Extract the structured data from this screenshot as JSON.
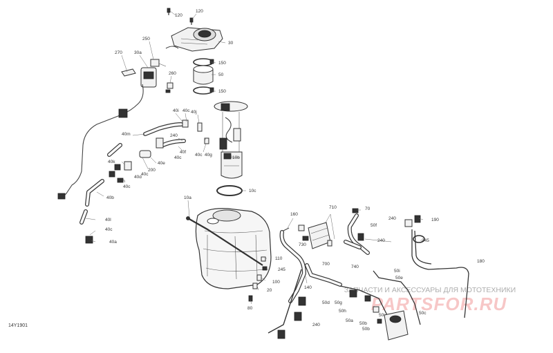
{
  "diagram_id": "14Y1901",
  "watermark": {
    "tagline": "ЗАПЧАСТИ И АКСЕССУАРЫ ДЛЯ МОТОТЕХНИКИ",
    "logo_text": "PARTSFOR.RU"
  },
  "callouts": [
    {
      "id": "c01",
      "text": "120"
    },
    {
      "id": "c02",
      "text": "120"
    },
    {
      "id": "c03",
      "text": "250"
    },
    {
      "id": "c04",
      "text": "270"
    },
    {
      "id": "c05",
      "text": "30a"
    },
    {
      "id": "c06",
      "text": "30"
    },
    {
      "id": "c07",
      "text": "150"
    },
    {
      "id": "c08",
      "text": "50"
    },
    {
      "id": "c09",
      "text": "150"
    },
    {
      "id": "c10",
      "text": "260"
    },
    {
      "id": "c11",
      "text": "40i"
    },
    {
      "id": "c12",
      "text": "40c"
    },
    {
      "id": "c13",
      "text": "40j"
    },
    {
      "id": "c14",
      "text": "40m"
    },
    {
      "id": "c15",
      "text": "240"
    },
    {
      "id": "c16",
      "text": "40f"
    },
    {
      "id": "c17",
      "text": "40c"
    },
    {
      "id": "c18",
      "text": "40c"
    },
    {
      "id": "c19",
      "text": "40g"
    },
    {
      "id": "c20",
      "text": "10b"
    },
    {
      "id": "c21",
      "text": "40k"
    },
    {
      "id": "c22",
      "text": "40e"
    },
    {
      "id": "c23",
      "text": "200"
    },
    {
      "id": "c24",
      "text": "40c"
    },
    {
      "id": "c25",
      "text": "40d"
    },
    {
      "id": "c26",
      "text": "40h"
    },
    {
      "id": "c27",
      "text": "40c"
    },
    {
      "id": "c28",
      "text": "10c"
    },
    {
      "id": "c29",
      "text": "40b"
    },
    {
      "id": "c30",
      "text": "10a"
    },
    {
      "id": "c31",
      "text": "40l"
    },
    {
      "id": "c32",
      "text": "40c"
    },
    {
      "id": "c33",
      "text": "40a"
    },
    {
      "id": "c34",
      "text": "160"
    },
    {
      "id": "c35",
      "text": "710"
    },
    {
      "id": "c36",
      "text": "70"
    },
    {
      "id": "c37",
      "text": "50f"
    },
    {
      "id": "c38",
      "text": "240"
    },
    {
      "id": "c39",
      "text": "190"
    },
    {
      "id": "c40",
      "text": "730"
    },
    {
      "id": "c41",
      "text": "240"
    },
    {
      "id": "c42",
      "text": "245"
    },
    {
      "id": "c43",
      "text": "700"
    },
    {
      "id": "c44",
      "text": "740"
    },
    {
      "id": "c45",
      "text": "180"
    },
    {
      "id": "c46",
      "text": "110"
    },
    {
      "id": "c47",
      "text": "245"
    },
    {
      "id": "c48",
      "text": "100"
    },
    {
      "id": "c49",
      "text": "20"
    },
    {
      "id": "c50",
      "text": "140"
    },
    {
      "id": "c51",
      "text": "50i"
    },
    {
      "id": "c52",
      "text": "50e"
    },
    {
      "id": "c53",
      "text": "50d"
    },
    {
      "id": "c54",
      "text": "50g"
    },
    {
      "id": "c55",
      "text": "50h"
    },
    {
      "id": "c56",
      "text": "50c"
    },
    {
      "id": "c57",
      "text": "50b"
    },
    {
      "id": "c58",
      "text": "50a"
    },
    {
      "id": "c59",
      "text": "80"
    },
    {
      "id": "c60",
      "text": "240"
    },
    {
      "id": "c61",
      "text": "50b"
    },
    {
      "id": "c62",
      "text": "50i"
    }
  ]
}
